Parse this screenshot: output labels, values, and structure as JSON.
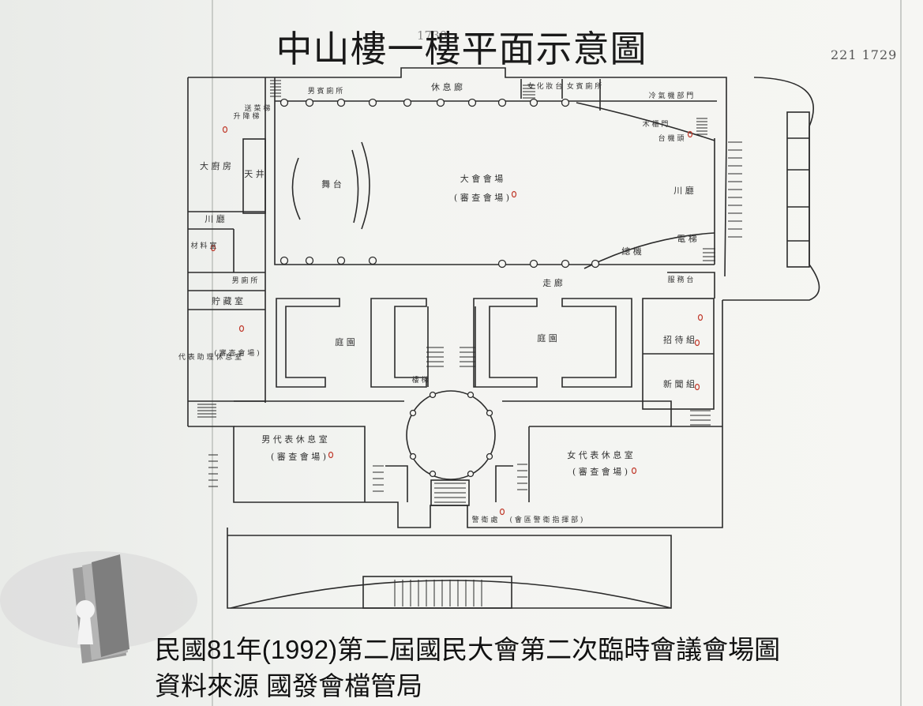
{
  "slide": {
    "title": "中山樓一樓平面示意圖",
    "page_number_stamp": "221 1729",
    "faint_page_number": "1730",
    "caption_line1": "民國81年(1992)第二屆國民大會第二次臨時會議會場圖",
    "caption_line2": "資料來源  國發會檔管局"
  },
  "plan": {
    "labels": {
      "lounge_top": "休 息 廊",
      "mens_restroom_guest": "男 賓 廁 所",
      "womens_guest_toilet": "女 賓 廁 所",
      "womens_dressing": "女 化 妝 台",
      "aircon_room": "冷 氣 機 部 門",
      "fire_door": "木 櫃 門",
      "pantry_stair": "送 菜 梯",
      "platform_stair": "升 降 梯",
      "kitchen": "大 廚 房",
      "kitchen_note": "台 機 頭",
      "courtyard_left": "天 井",
      "stage": "舞 台",
      "great_hall": "大 會 會 場",
      "great_hall_sub": "( 審 查 會 場 )",
      "hall_right": "川 廳",
      "hall_left": "川 廳",
      "materials": "材 料 室",
      "elevator": "電 梯",
      "switchboard": "總 機",
      "service_desk": "服 務 台",
      "corridor": "走 廊",
      "mens_restroom": "男 廁 所",
      "storage": "貯 藏 室",
      "rep_assistant_lounge": "代 表 助 理 休 息 室",
      "review_hall_left": "( 審 查 會 場 )",
      "courtyard_mid_left": "庭 園",
      "courtyard_mid_right": "庭 園",
      "reception": "招 待 組",
      "press": "新 聞 組",
      "stairs_small": "樓 梯",
      "male_rep_lounge": "男 代 表 休 息 室",
      "male_rep_sub": "( 審 查 會 場 )",
      "female_rep_lounge": "女 代 表 休 息 室",
      "female_rep_sub": "( 審 查 會 場 )",
      "guard_office": "警 衛 處",
      "guard_command": "( 會 區 警 衛 指 揮 部 )"
    }
  },
  "colors": {
    "ink": "#2b2b2b",
    "red_marker": "#c0392b",
    "logo_gray": "#8c8c8c"
  },
  "icons": {
    "logo": "archive-keyhole-logo"
  }
}
